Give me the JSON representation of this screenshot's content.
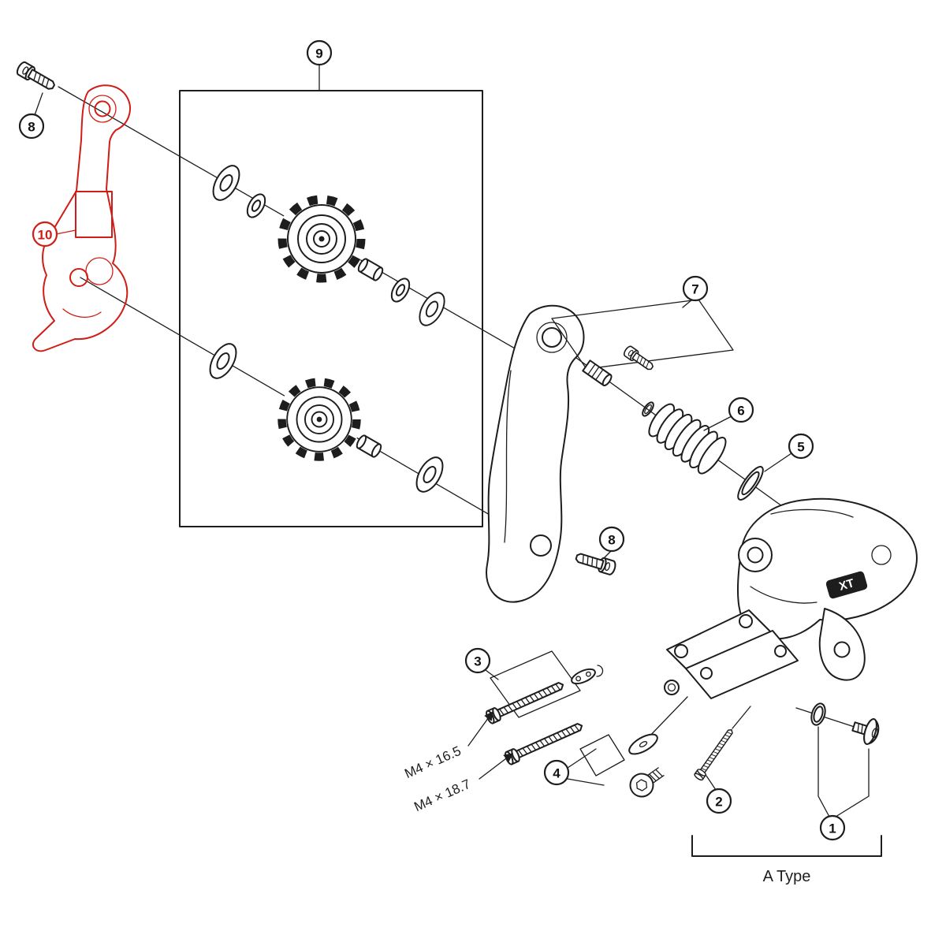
{
  "figure": {
    "type": "exploded-parts-diagram",
    "subject": "Rear derailleur exploded parts view",
    "background": "#ffffff",
    "line_color": "#1d1d1d",
    "highlight_color": "#cf1d17"
  },
  "callouts": [
    {
      "num": "1",
      "highlight": false
    },
    {
      "num": "2",
      "highlight": false
    },
    {
      "num": "3",
      "highlight": false
    },
    {
      "num": "4",
      "highlight": false
    },
    {
      "num": "5",
      "highlight": false
    },
    {
      "num": "6",
      "highlight": false
    },
    {
      "num": "7",
      "highlight": false
    },
    {
      "num": "8",
      "highlight": false
    },
    {
      "num": "9",
      "highlight": false
    },
    {
      "num": "10",
      "highlight": true
    }
  ],
  "labels": {
    "bolt_spec_upper": "M4 × 16.5",
    "bolt_spec_lower": "M4 × 18.7",
    "group_label": "A Type",
    "body_logo": "XT"
  }
}
